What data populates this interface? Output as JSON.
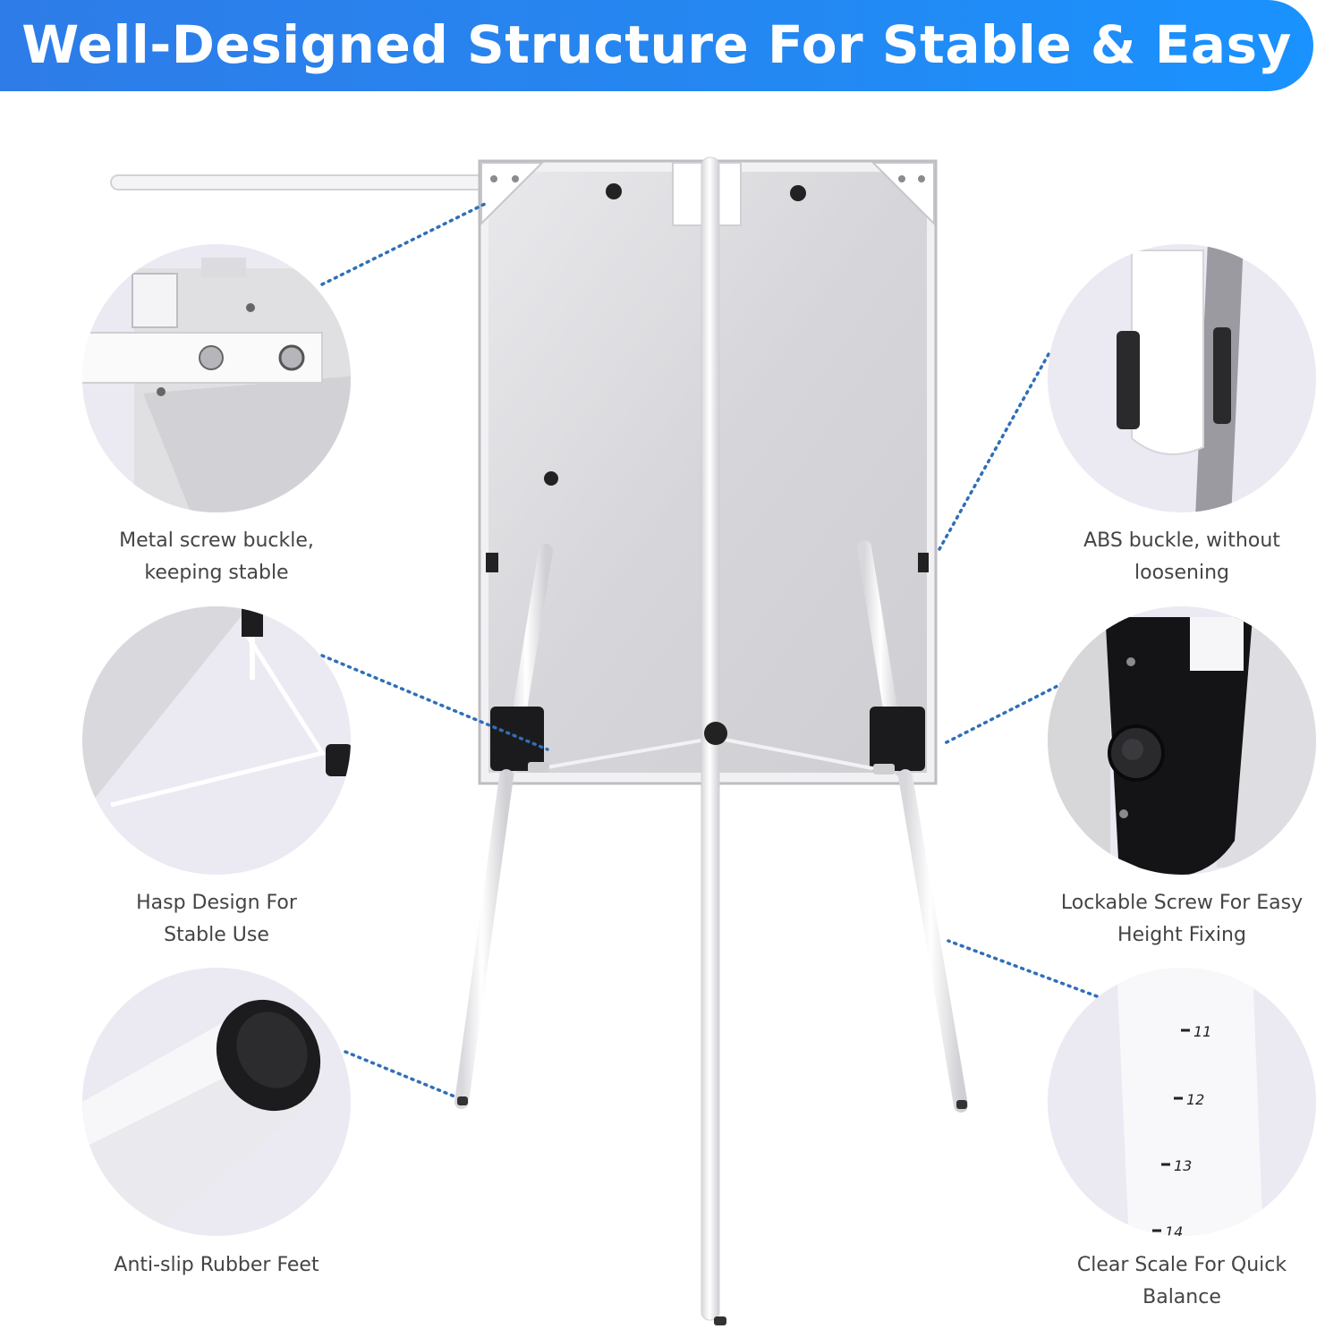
{
  "banner": {
    "title": "Well-Designed Structure For Stable & Easy Use",
    "color": "#2486f0"
  },
  "features": [
    {
      "id": "metal-screw-buckle",
      "line1": "Metal screw buckle,",
      "line2": "keeping stable"
    },
    {
      "id": "hasp-design",
      "line1": "Hasp Design For",
      "line2": "Stable Use"
    },
    {
      "id": "anti-slip-feet",
      "line1": "Anti-slip Rubber Feet",
      "line2": ""
    },
    {
      "id": "abs-buckle",
      "line1": "ABS buckle, without",
      "line2": "loosening"
    },
    {
      "id": "lockable-screw",
      "line1": "Lockable Screw For Easy",
      "line2": "Height Fixing"
    },
    {
      "id": "clear-scale",
      "line1": "Clear Scale For Quick",
      "line2": "Balance"
    }
  ],
  "scale_marks": [
    "11",
    "12",
    "13",
    "14"
  ],
  "colors": {
    "connector_dots": "#2f6fb8",
    "circle_bg": "#ebe9f2",
    "text": "#444444"
  }
}
